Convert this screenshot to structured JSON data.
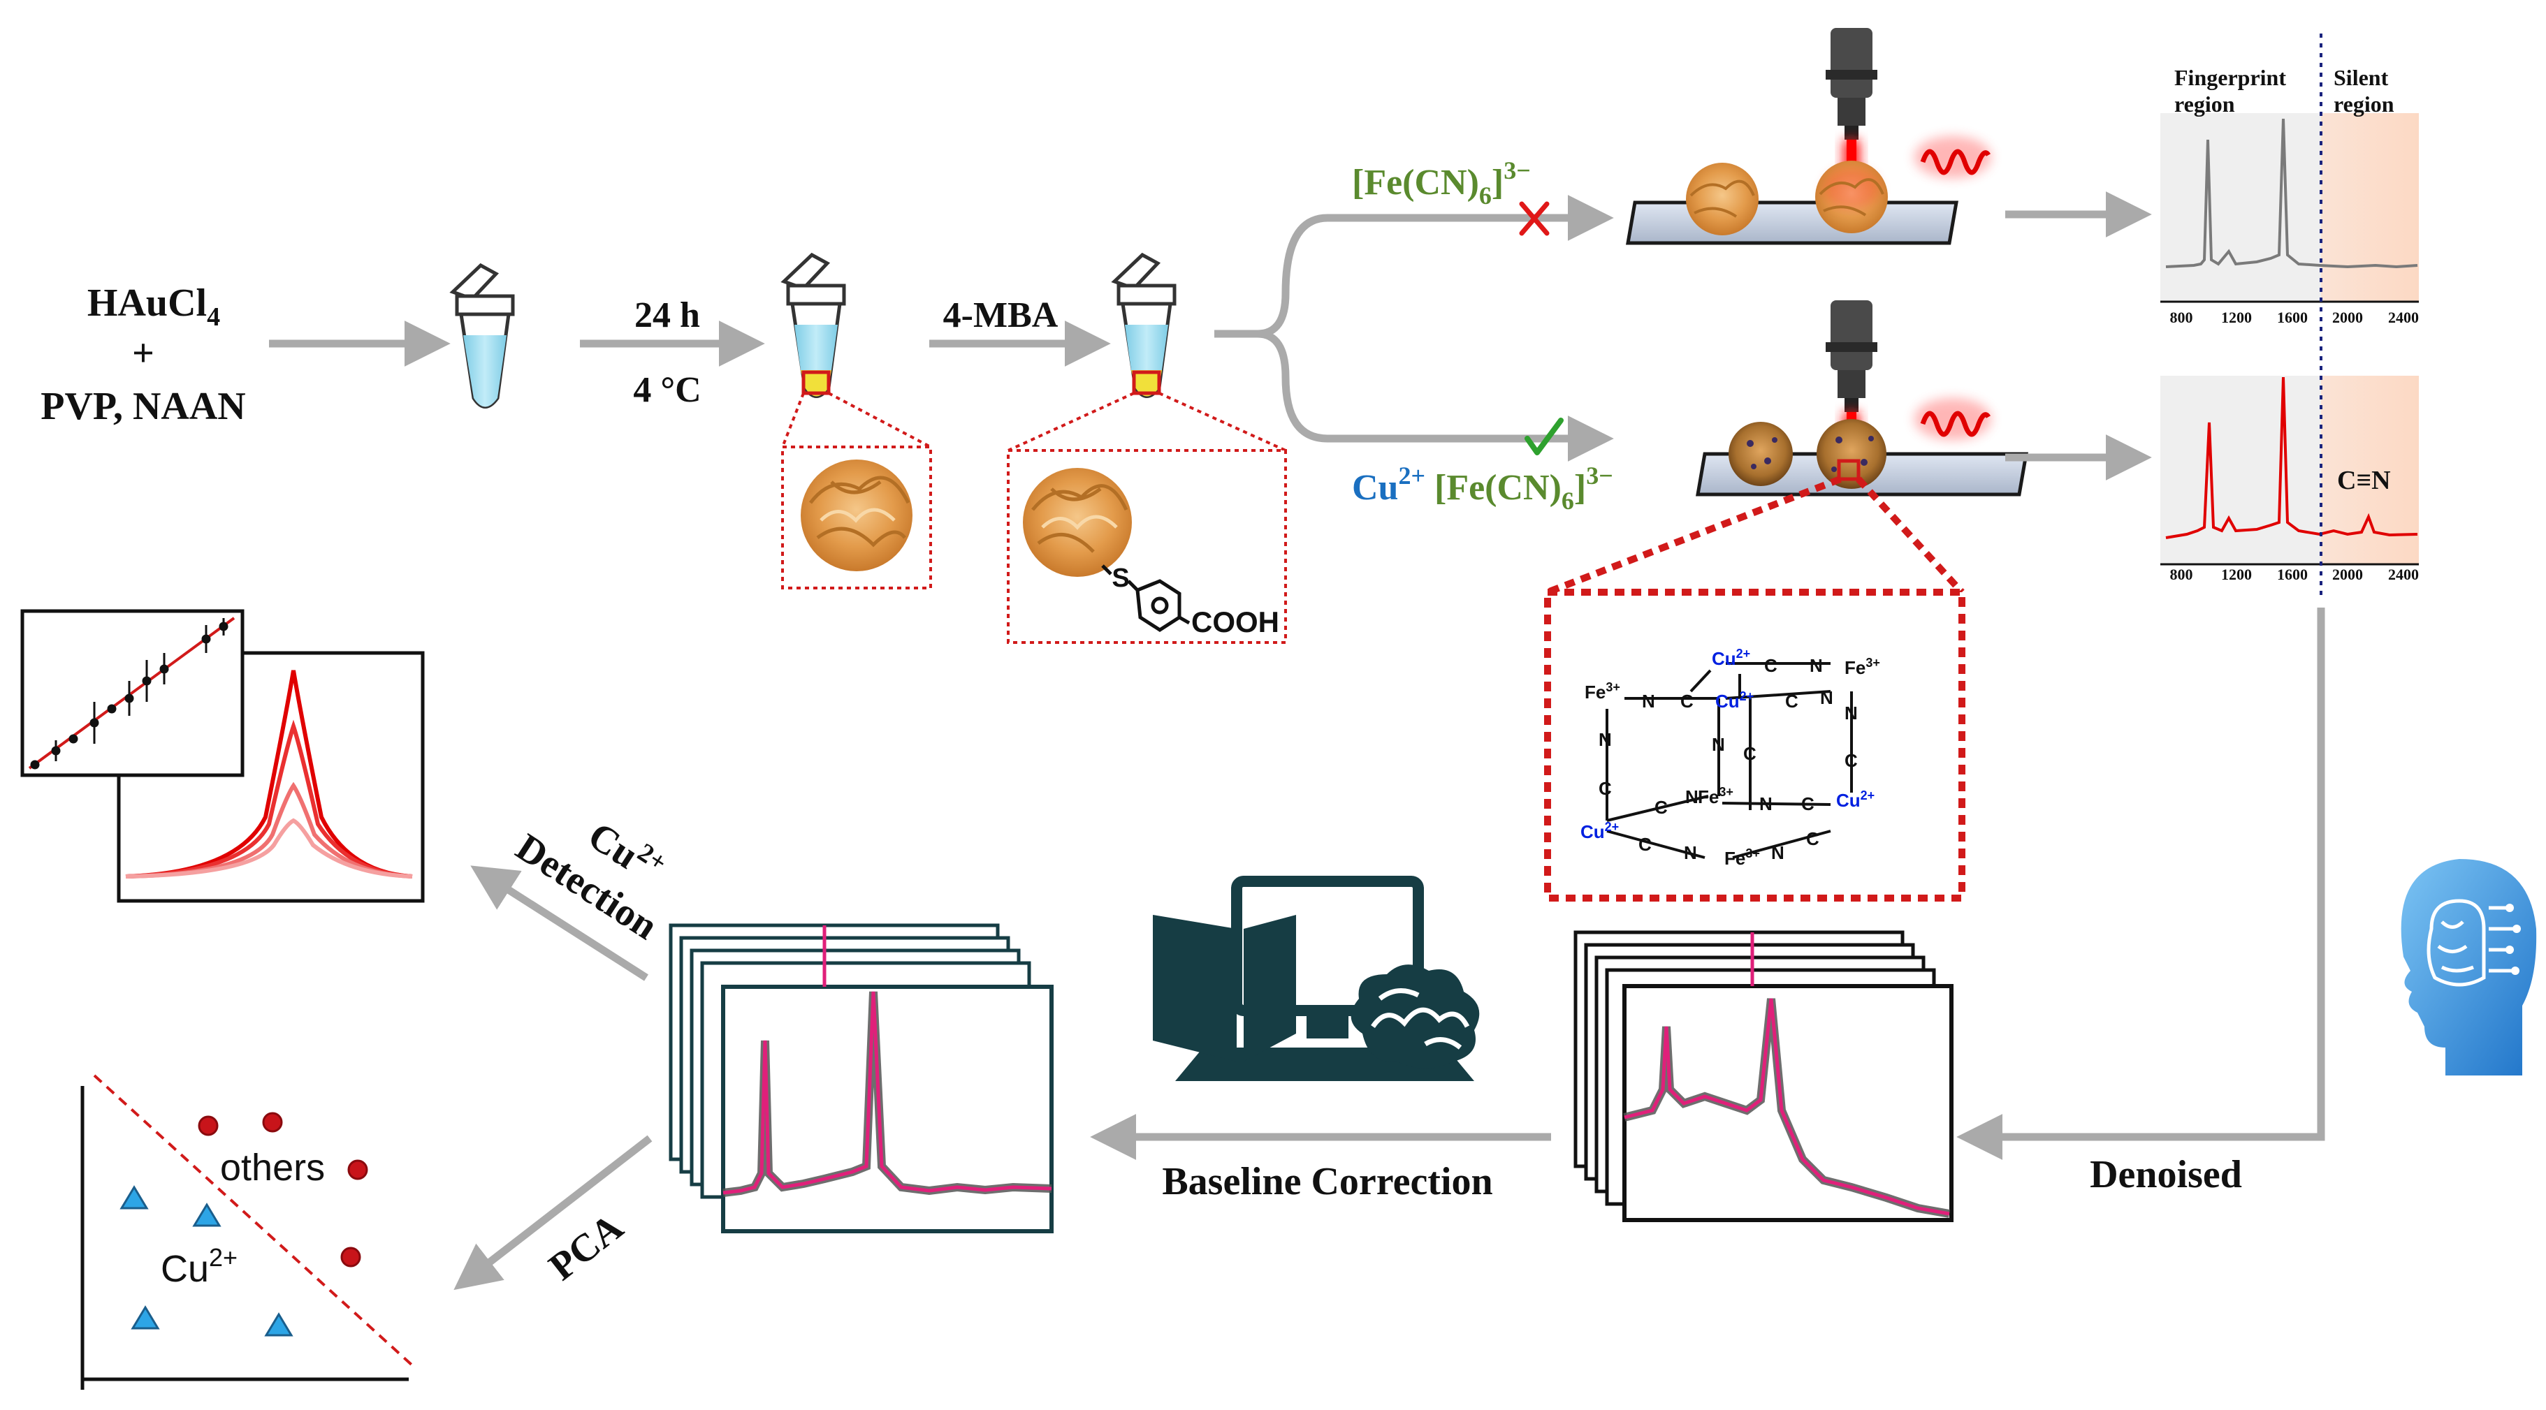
{
  "colors": {
    "arrow": "#aaaaaa",
    "green": "#5a8a2e",
    "blue": "#1a6fc0",
    "red_dotted": "#d11a1a",
    "pink_spectrum": "#e0207a",
    "red_spectrum": "#e00000",
    "tube_liquid": "#8fd3ea",
    "flower": "#e7a55a",
    "dark_teal": "#163d44",
    "head_blue": "#3b8fd6",
    "cu_blue": "#0020e0",
    "navy_dotted": "#1a237e"
  },
  "reagents": {
    "haucl4": "HAuCl",
    "haucl4_sub": "4",
    "plus": "+",
    "pvp_naan": "PVP, NAAN"
  },
  "step1": {
    "time": "24 h",
    "temp": "4 °C"
  },
  "step2": {
    "label": "4-MBA"
  },
  "mba_molecule": {
    "s": "S",
    "cooh": "COOH"
  },
  "branch_top": {
    "fe": "[Fe(CN)",
    "fe_sub": "6",
    "fe_tail": "]",
    "fe_sup": "3−"
  },
  "branch_bottom": {
    "cu": "Cu",
    "cu_sup": "2+",
    "fe": " [Fe(CN)",
    "fe_sub": "6",
    "fe_tail": "]",
    "fe_sup": "3−"
  },
  "spectrum_top": {
    "fingerprint_1": "Fingerprint",
    "fingerprint_2": "region",
    "silent_1": "Silent",
    "silent_2": "region",
    "ticks": [
      "800",
      "1200",
      "1600",
      "2000",
      "2400"
    ]
  },
  "spectrum_bottom": {
    "cn_label": "C≡N",
    "ticks": [
      "800",
      "1200",
      "1600",
      "2000",
      "2400"
    ]
  },
  "structure": {
    "cu": "Cu",
    "cu_sup": "2+",
    "fe": "Fe",
    "fe_sup": "3+",
    "c": "C",
    "n": "N",
    "triple": "≡"
  },
  "flow_labels": {
    "denoised": "Denoised",
    "baseline": "Baseline Correction",
    "detection_1": "Cu",
    "detection_sup": "2+",
    "detection_2": "Detection",
    "pca": "PCA"
  },
  "pca_plot": {
    "others": "others",
    "cu": "Cu",
    "cu_sup": "2+"
  }
}
